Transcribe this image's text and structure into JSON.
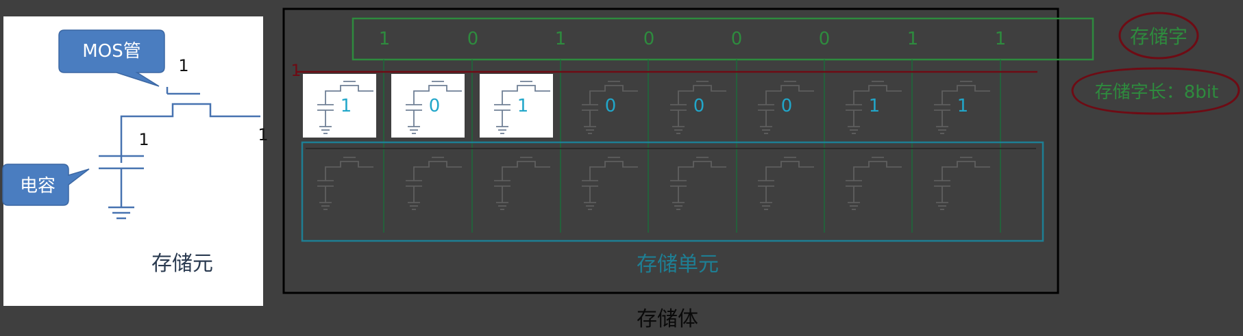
{
  "left_panel": {
    "mos_callout": "MOS管",
    "capacitor_callout": "电容",
    "gate_value": "1",
    "capacitor_value": "1",
    "output_value": "1",
    "caption": "存储元"
  },
  "memory": {
    "word_bits": [
      "1",
      "0",
      "1",
      "0",
      "0",
      "0",
      "1",
      "1"
    ],
    "row1_values": [
      "1",
      "0",
      "1",
      "0",
      "0",
      "0",
      "1",
      "1"
    ],
    "row_select_value": "1",
    "word_label": "存储字",
    "word_length_label": "存储字长：8bit",
    "unit_label": "存储单元",
    "body_label": "存储体",
    "highlighted_cells": 3
  },
  "colors": {
    "background": "#3f3f3f",
    "green": "#2e8b3e",
    "dark_red": "#6e0b14",
    "teal": "#1e7f94",
    "cyan_text": "#21a6c9",
    "callout_blue": "#4a7dc0",
    "circuit_blue": "#4672b0"
  }
}
